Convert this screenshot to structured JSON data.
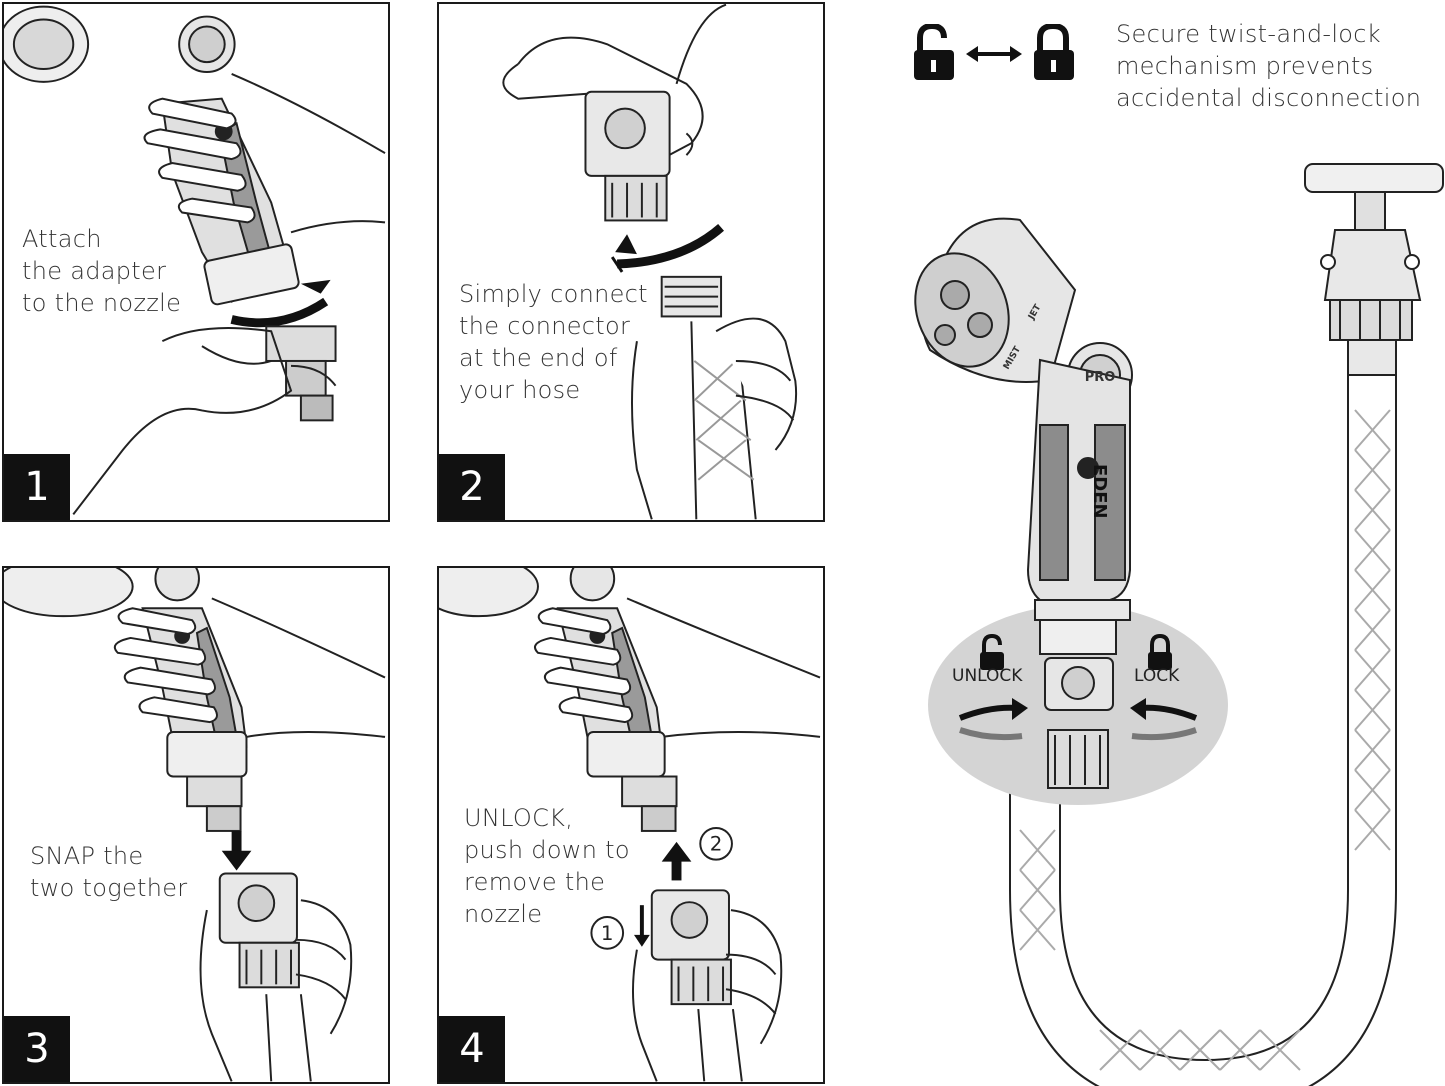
{
  "steps": [
    {
      "number": "1",
      "lines": [
        "Attach",
        "the adapter",
        "to the nozzle"
      ]
    },
    {
      "number": "2",
      "lines": [
        "Simply connect",
        "the connector",
        "at the end of",
        "your hose"
      ]
    },
    {
      "number": "3",
      "lines": [
        "SNAP the",
        "two together"
      ]
    },
    {
      "number": "4",
      "lines": [
        "UNLOCK,",
        "push down to",
        "remove the",
        "nozzle"
      ],
      "markers": [
        "1",
        "2"
      ]
    }
  ],
  "lock_info": {
    "lines": [
      "Secure twist-and-lock",
      "mechanism prevents",
      "accidental disconnection"
    ],
    "unlock_label": "UNLOCK",
    "lock_label": "LOCK"
  },
  "nozzle": {
    "brand": "EDEN",
    "dial_label": "PRO",
    "mode_labels": [
      "MIST",
      "JET"
    ]
  }
}
